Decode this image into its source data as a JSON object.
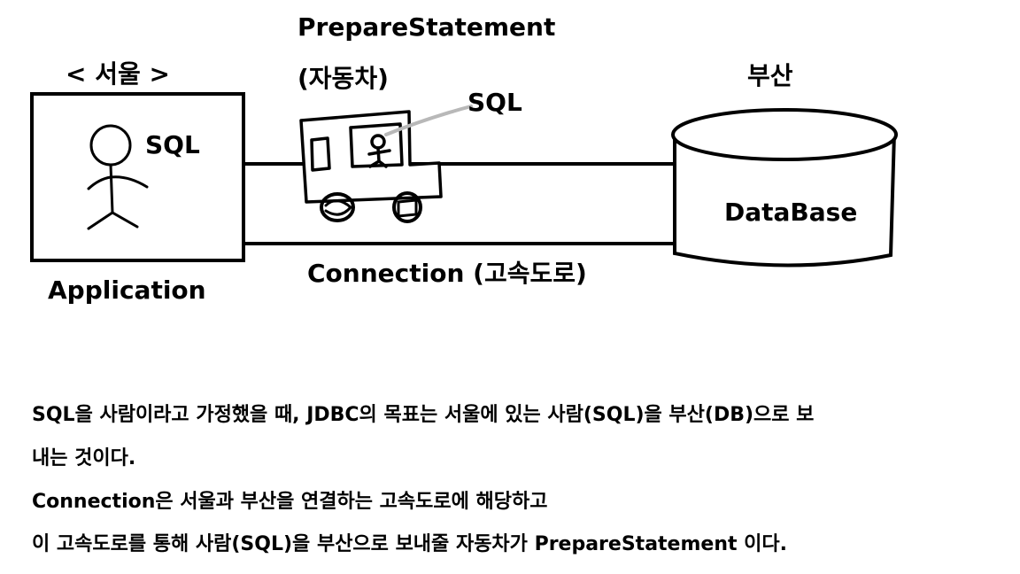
{
  "diagram": {
    "seoul_label": "< 서울 >",
    "application_label": "Application",
    "person_sql_label": "SQL",
    "prepare_statement_label": "PrepareStatement",
    "car_label": "(자동차)",
    "car_sql_label": "SQL",
    "busan_label": "부산",
    "database_label": "DataBase",
    "connection_label": "Connection (고속도로)"
  },
  "caption": {
    "line1": "SQL을 사람이라고 가정했을 때, JDBC의 목표는 서울에 있는 사람(SQL)을 부산(DB)으로 보",
    "line2": "내는 것이다.",
    "line3": "Connection은 서울과 부산을 연결하는 고속도로에 해당하고",
    "line4": "이 고속도로를 통해 사람(SQL)을 부산으로 보내줄 자동차가 PrepareStatement 이다."
  }
}
